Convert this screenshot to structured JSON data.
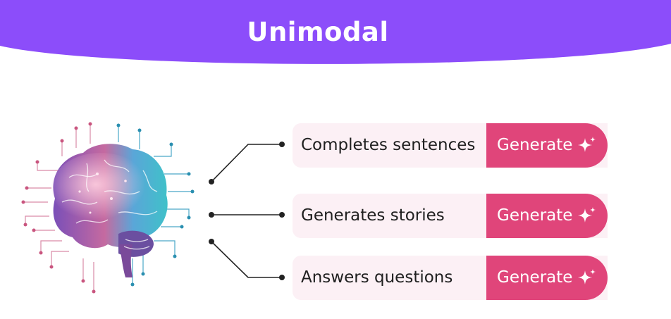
{
  "banner": {
    "title": "Unimodal",
    "color": "#8c4dfa"
  },
  "rows": [
    {
      "label": "Completes sentences",
      "button_label": "Generate"
    },
    {
      "label": "Generates stories",
      "button_label": "Generate"
    },
    {
      "label": "Answers questions",
      "button_label": "Generate"
    }
  ],
  "colors": {
    "button": "#e0457a",
    "row_background": "#fcf0f5",
    "connector": "#222222"
  },
  "icons": {
    "illustration": "circuit-brain-icon",
    "button_icon": "sparkle-icon"
  }
}
